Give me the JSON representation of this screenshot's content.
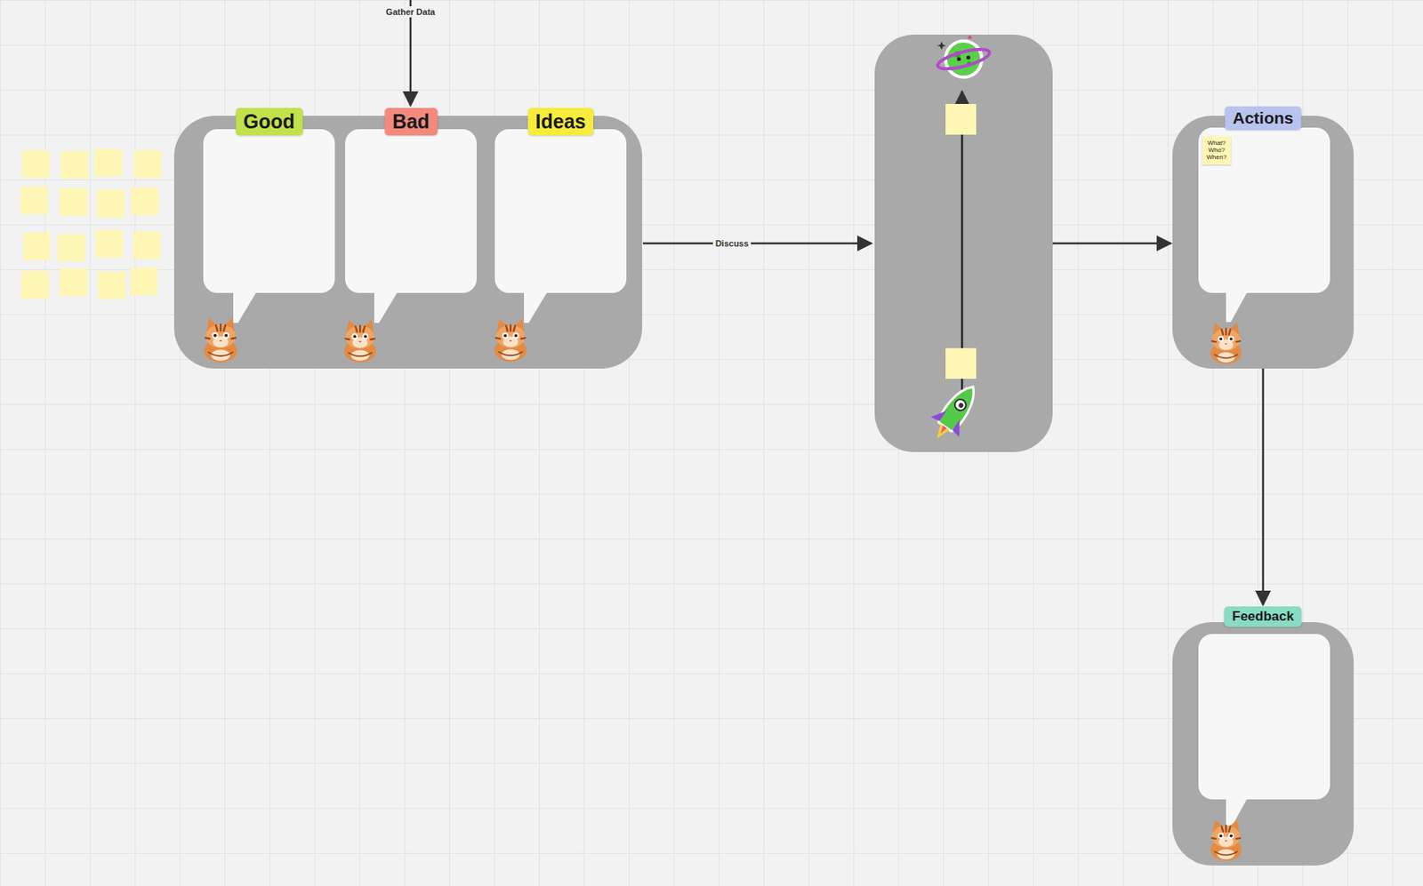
{
  "diagram": {
    "nodes": [
      {
        "text": [
          "Good"
        ]
      },
      {
        "text": [
          "Bad"
        ]
      },
      {
        "text": [
          "Ideas"
        ]
      },
      {
        "text": [
          "Actions"
        ]
      },
      {
        "text": [
          "What? Who? When?"
        ],
        "in": 3
      },
      {
        "text": [
          "Feedback"
        ]
      }
    ],
    "edges": [
      {
        "from": 3,
        "to": 5,
        "arrow": "to"
      }
    ],
    "labels": [
      "Gather Data",
      "Discuss"
    ]
  }
}
